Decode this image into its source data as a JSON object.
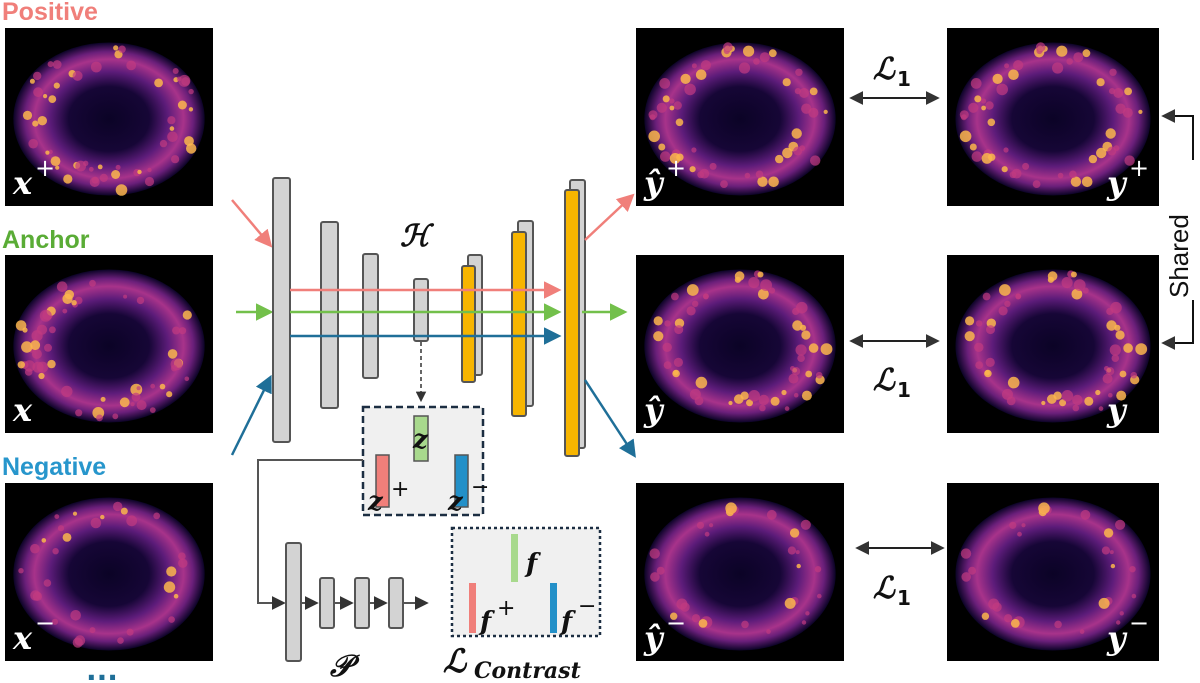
{
  "labels": {
    "positive": "Positive",
    "anchor": "Anchor",
    "negative": "Negative",
    "ellipsis": "...",
    "shared": "Shared"
  },
  "inputs": [
    {
      "symbol": "x",
      "sup": "+"
    },
    {
      "symbol": "x",
      "sup": ""
    },
    {
      "symbol": "x",
      "sup": "−"
    }
  ],
  "predictions": [
    {
      "symbol": "ŷ",
      "sup": "+"
    },
    {
      "symbol": "ŷ",
      "sup": ""
    },
    {
      "symbol": "ŷ",
      "sup": "−"
    }
  ],
  "targets": [
    {
      "symbol": "y",
      "sup": "+"
    },
    {
      "symbol": "y",
      "sup": ""
    },
    {
      "symbol": "y",
      "sup": "−"
    }
  ],
  "losses": {
    "l1": "ℒ",
    "l1_sub": "1",
    "contrast": "ℒ",
    "contrast_sub": "Contrast"
  },
  "networks": {
    "encoder_decoder": "ℋ",
    "projection": "𝒫"
  },
  "latents": {
    "z": "z",
    "z_pos": "z",
    "z_pos_sup": "+",
    "z_neg": "z",
    "z_neg_sup": "−"
  },
  "features": {
    "f": "f",
    "f_pos": "f",
    "f_pos_sup": "+",
    "f_neg": "f",
    "f_neg_sup": "−"
  },
  "colors": {
    "positive": "#f07f7a",
    "anchor": "#73c04b",
    "negative": "#2390c8",
    "decoder": "#f7b500",
    "block": "#d3d3d3",
    "pet_dark": "#0b0326",
    "pet_mid": "#8c2a8a",
    "pet_hot": "#fcb64c"
  }
}
